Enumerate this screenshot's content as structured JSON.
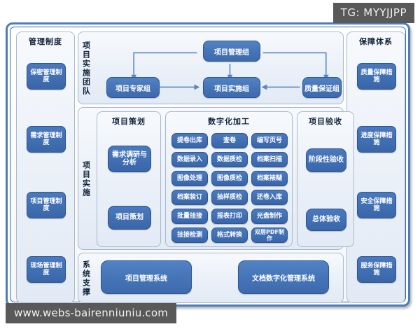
{
  "watermarks": {
    "tag": "TG: MYYJJPP",
    "url": "www.webs-bairenniuniu.com"
  },
  "colors": {
    "node_blue": "#4170b4",
    "panel_bg": "#eaf0f8",
    "frame_border": "#4a7ebb",
    "text_dark": "#12223a"
  },
  "left_sidebar": {
    "title": "管理制度",
    "items": [
      {
        "label": "保密管理制度"
      },
      {
        "label": "需求管理制度"
      },
      {
        "label": "项目管理制度"
      },
      {
        "label": "现场管理制度"
      }
    ]
  },
  "right_sidebar": {
    "title": "保障体系",
    "items": [
      {
        "label": "质量保障措施"
      },
      {
        "label": "进度保障措施"
      },
      {
        "label": "安全保障措施"
      },
      {
        "label": "服务保障措施"
      }
    ]
  },
  "team_section": {
    "vertical_label": "项目实施团队",
    "nodes": {
      "top": "项目管理组",
      "left": "项目专家组",
      "center": "项目实施组",
      "right": "质量保证组"
    }
  },
  "implementation_section": {
    "vertical_label": "项目实施",
    "planning": {
      "title": "项目策划",
      "items": [
        {
          "label": "需求调研与分析"
        },
        {
          "label": "项目策划"
        }
      ]
    },
    "digitization": {
      "title": "数字化加工",
      "columns": [
        {
          "items": [
            {
              "label": "提卷出库"
            },
            {
              "label": "数据录入"
            },
            {
              "label": "图像处理"
            },
            {
              "label": "档案装订"
            },
            {
              "label": "批量挂接"
            },
            {
              "label": "挂接检测"
            }
          ]
        },
        {
          "items": [
            {
              "label": "查卷"
            },
            {
              "label": "数据质检"
            },
            {
              "label": "图像质检"
            },
            {
              "label": "抽样质检"
            },
            {
              "label": "报表打印"
            },
            {
              "label": "格式转换"
            }
          ]
        },
        {
          "items": [
            {
              "label": "编写页号"
            },
            {
              "label": "档案扫描"
            },
            {
              "label": "档案裱糊"
            },
            {
              "label": "还卷入库"
            },
            {
              "label": "光盘制作"
            },
            {
              "label": "双层PDF制作"
            }
          ]
        }
      ]
    },
    "acceptance": {
      "title": "项目验收",
      "items": [
        {
          "label": "阶段性验收"
        },
        {
          "label": "总体验收"
        }
      ]
    }
  },
  "support_section": {
    "vertical_label": "系统支撑",
    "items": [
      {
        "label": "项目管理系统"
      },
      {
        "label": "文档数字化管理系统"
      }
    ]
  }
}
